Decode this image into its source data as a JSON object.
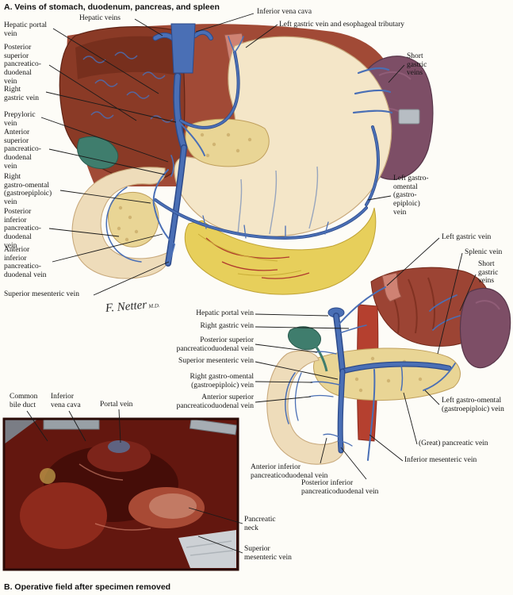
{
  "titles": {
    "panel_a": "A. Veins of stomach, duodenum, pancreas, and spleen",
    "panel_b": "B. Operative field after specimen removed"
  },
  "signature": {
    "name": "F. Netter",
    "degree": "M.D."
  },
  "panel_a_labels": {
    "hepatic_portal_vein": "Hepatic portal\nvein",
    "posterior_superior_pancreaticoduodenal_vein": "Posterior\nsuperior\npancreatico-\nduodenal\nvein",
    "right_gastric_vein": "Right\ngastric vein",
    "prepyloric_vein": "Prepyloric\nvein",
    "anterior_superior_pancreaticoduodenal_vein": "Anterior\nsuperior\npancreatico-\nduodenal\nvein",
    "right_gastroomental_vein": "Right\ngastro-omental\n(gastroepiploic)\nvein",
    "posterior_inferior_pancreaticoduodenal_vein": "Posterior\ninferior\npancreatico-\nduodenal\nvein",
    "anterior_inferior_pancreaticoduodenal_vein": "Anterior\ninferior\npancreatico-\nduodenal vein",
    "superior_mesenteric_vein": "Superior mesenteric vein",
    "hepatic_veins": "Hepatic veins",
    "inferior_vena_cava": "Inferior vena cava",
    "left_gastric_and_esophageal": "Left gastric vein and esophageal tributary",
    "short_gastric_veins": "Short\ngastric\nveins",
    "left_gastroomental_vein": "Left gastro-\nomental\n(gastro-\nepiploic)\nvein"
  },
  "panel_a2_labels": {
    "left_gastric_vein": "Left gastric vein",
    "splenic_vein": "Splenic vein",
    "short_gastric_veins": "Short\ngastric\nveins",
    "hepatic_portal_vein": "Hepatic portal vein",
    "right_gastric_vein": "Right gastric vein",
    "posterior_superior_pancreaticoduodenal_vein": "Posterior superior\npancreaticoduodenal vein",
    "superior_mesenteric_vein": "Superior mesenteric vein",
    "right_gastroomental_vein": "Right gastro-omental\n(gastroepiploic) vein",
    "anterior_superior_pancreaticoduodenal_vein": "Anterior superior\npancreaticoduodenal vein",
    "left_gastroomental_vein": "Left gastro-omental\n(gastroepiploic) vein",
    "great_pancreatic_vein": "(Great) pancreatic vein",
    "inferior_mesenteric_vein": "Inferior mesenteric vein",
    "anterior_inferior_pancreaticoduodenal_vein": "Anterior inferior\npancreaticoduodenal vein",
    "posterior_inferior_pancreaticoduodenal_vein": "Posterior inferior\npancreaticoduodenal vein"
  },
  "panel_b_labels": {
    "common_bile_duct": "Common\nbile duct",
    "inferior_vena_cava": "Inferior\nvena cava",
    "portal_vein": "Portal vein",
    "pancreatic_neck": "Pancreatic\nneck",
    "superior_mesenteric_vein": "Superior\nmesenteric vein"
  },
  "palette": {
    "vein_blue": "#4a6fb5",
    "vein_blue_dark": "#2c4a8a",
    "artery_red": "#b5402f",
    "liver_brown": "#8a3a26",
    "spleen_purple": "#7d4e66",
    "stomach_cream": "#f4e6c8",
    "pancreas_yellow": "#e9d595",
    "omentum_yellow": "#e7cf5b",
    "gallbladder_green": "#3f7d6d",
    "photo_base": "#63170f",
    "paper": "#fdfcf7",
    "leader_line": "#1a1a1a"
  }
}
